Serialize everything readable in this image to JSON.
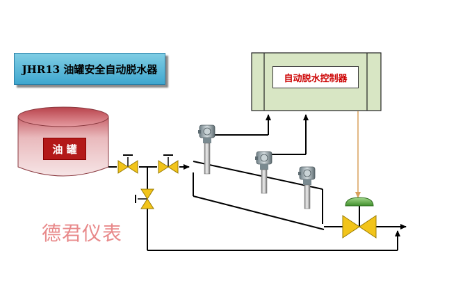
{
  "diagram": {
    "title": "JHR13 油罐安全自动脱水器",
    "tank_label": "油 罐",
    "controller_label": "自动脱水控制器",
    "watermark": "德君仪表"
  },
  "colors": {
    "title_bg": "#4fb3d6",
    "tank_body": "#e7c3c5",
    "tank_label_bg": "#b31919",
    "controller_bg": "#d8e6c4",
    "valve_yellow": "#f2c41a",
    "actuator_green": "#66b24a",
    "signal_line": "#d9a05b",
    "watermark": "#e8898a"
  },
  "icons": [
    "oil-tank-icon",
    "valve-icon",
    "sensor-probe-icon",
    "control-valve-icon",
    "actuator-icon"
  ]
}
